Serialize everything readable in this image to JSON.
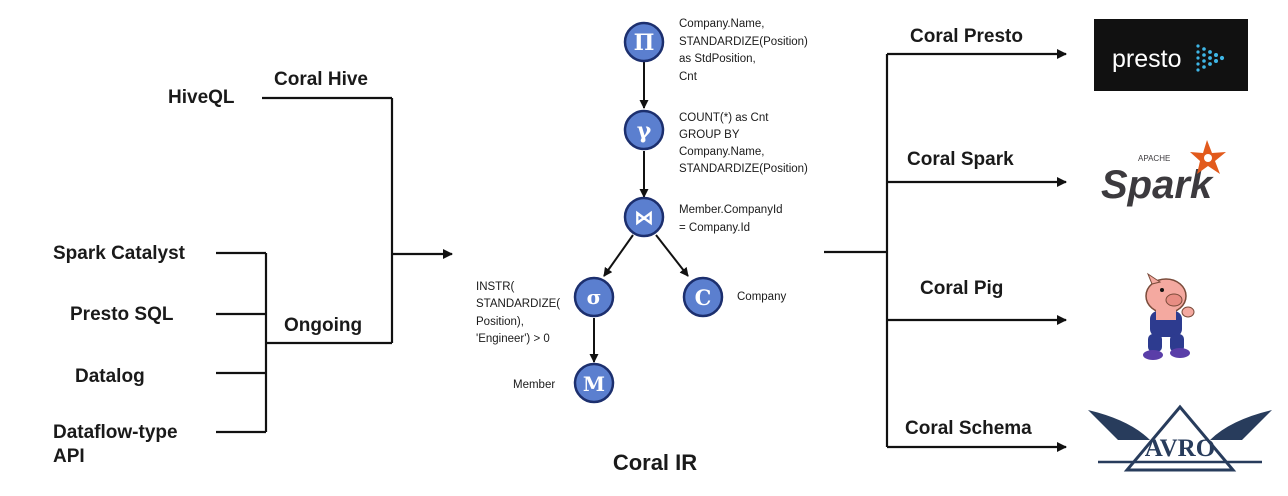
{
  "inputs": {
    "hiveql": "HiveQL",
    "spark_catalyst": "Spark Catalyst",
    "presto_sql": "Presto SQL",
    "datalog": "Datalog",
    "dataflow_line1": "Dataflow-type",
    "dataflow_line2": "API"
  },
  "branches": {
    "coral_hive": "Coral Hive",
    "ongoing": "Ongoing"
  },
  "ir": {
    "title": "Coral IR",
    "nodes": {
      "project": {
        "symbol": "Π",
        "annotation": [
          "Company.Name,",
          "STANDARDIZE(Position)",
          "as StdPosition,",
          "Cnt"
        ]
      },
      "group": {
        "symbol": "γ",
        "annotation": [
          "COUNT(*) as Cnt",
          "GROUP BY",
          "Company.Name,",
          "STANDARDIZE(Position)"
        ]
      },
      "join": {
        "symbol": "⋈",
        "annotation": [
          "Member.CompanyId",
          "= Company.Id"
        ]
      },
      "select": {
        "symbol": "σ",
        "annotation": [
          "INSTR(",
          "STANDARDIZE(",
          "Position),",
          "'Engineer') > 0"
        ]
      },
      "company": {
        "symbol": "C",
        "annotation": [
          "Company"
        ]
      },
      "member": {
        "symbol": "M",
        "annotation": [
          "Member"
        ]
      }
    }
  },
  "outputs": {
    "presto": {
      "label": "Coral Presto",
      "logo_text": "presto"
    },
    "spark": {
      "label": "Coral Spark",
      "logo_text": "Spark",
      "logo_small": "APACHE"
    },
    "pig": {
      "label": "Coral Pig"
    },
    "schema": {
      "label": "Coral Schema",
      "logo_text": "AVRO"
    }
  },
  "colors": {
    "node_fill": "#5b7fcf",
    "node_stroke": "#1c2f6e",
    "line": "#111111",
    "presto_bg": "#111111",
    "presto_dots": "#3fb6e6",
    "spark_orange": "#e25a1c",
    "spark_text": "#3c3a3e",
    "pig_pink": "#f4a9a0",
    "pig_blue": "#2d3b8f",
    "avro_navy": "#283c5c"
  }
}
